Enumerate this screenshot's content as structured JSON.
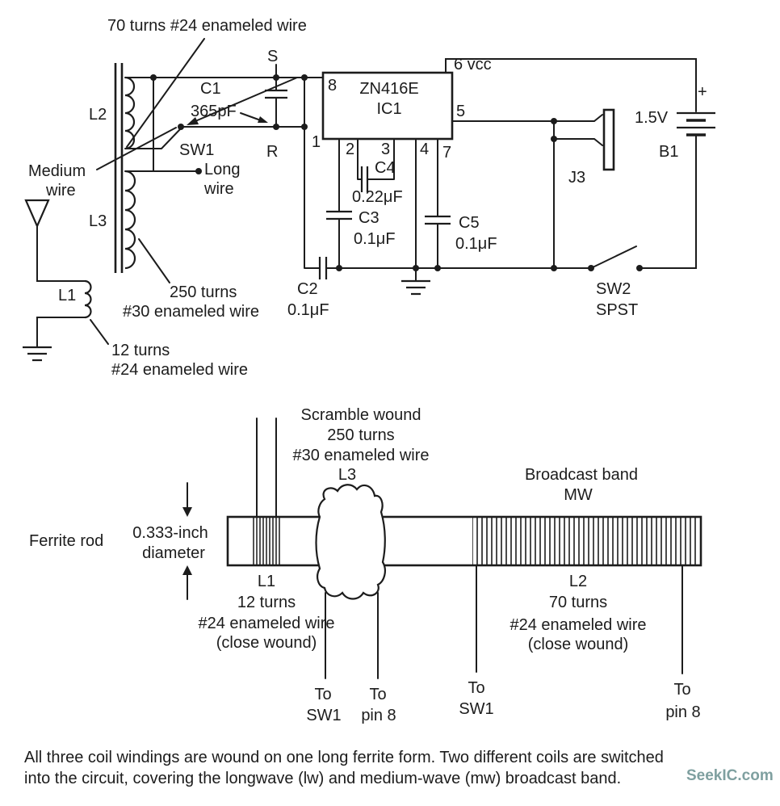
{
  "schematic": {
    "top_annotation": "70 turns #24 enameled wire",
    "labels": {
      "l1": "L1",
      "l2": "L2",
      "l3": "L3",
      "sw1": "SW1",
      "s": "S",
      "r": "R",
      "medium_wire": [
        "Medium",
        "wire"
      ],
      "long_wire": [
        "Long",
        "wire"
      ],
      "turns250": [
        "250 turns",
        "#30 enameled wire"
      ],
      "turns12": [
        "12 turns",
        "#24 enameled wire"
      ]
    },
    "ic": {
      "part": "ZN416E",
      "ref": "IC1",
      "pin8": "8",
      "pin1": "1",
      "pin2": "2",
      "pin3": "3",
      "pin4": "4",
      "pin7": "7",
      "pin5": "5",
      "pin6": "6 vcc"
    },
    "caps": {
      "c1": {
        "ref": "C1",
        "value": "365pF"
      },
      "c2": {
        "ref": "C2",
        "value": "0.1μF"
      },
      "c3": {
        "ref": "C3",
        "value": "0.1μF"
      },
      "c4": {
        "ref": "C4",
        "value": "0.22μF"
      },
      "c5": {
        "ref": "C5",
        "value": "0.1μF"
      }
    },
    "right": {
      "j3": "J3",
      "b1": "B1",
      "voltage": "1.5V",
      "plus": "+",
      "sw2": "SW2",
      "sw2_type": "SPST"
    }
  },
  "rod": {
    "l3_note": [
      "Scramble wound",
      "250 turns",
      "#30 enameled wire",
      "L3"
    ],
    "band_note": [
      "Broadcast band",
      "MW"
    ],
    "ferrite_label": "Ferrite rod",
    "diameter_note": [
      "0.333-inch",
      "diameter"
    ],
    "l1_note": [
      "L1",
      "12 turns",
      "#24 enameled wire",
      "(close wound)"
    ],
    "l2_note": [
      "L2",
      "70 turns",
      "#24 enameled wire",
      "(close wound)"
    ],
    "lead1": [
      "To",
      "SW1"
    ],
    "lead2": [
      "To",
      "pin 8"
    ],
    "lead3": [
      "To",
      "SW1"
    ],
    "lead4": [
      "To",
      "pin 8"
    ]
  },
  "caption": {
    "line1": "All three coil windings are wound on one long ferrite form. Two different coils are switched",
    "line2": "into the circuit, covering the longwave (lw) and medium-wave (mw) broadcast band."
  },
  "watermark": "SeekIC.com",
  "colors": {
    "ink": "#1c1c1c",
    "watermark": "#7fa0a0",
    "background": "#ffffff"
  }
}
